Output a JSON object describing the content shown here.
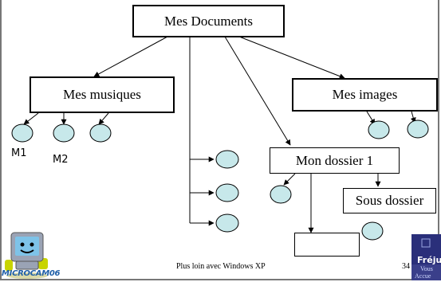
{
  "diagram": {
    "root": "Mes Documents",
    "music": "Mes musiques",
    "images": "Mes images",
    "folder1": "Mon dossier 1",
    "subfolder": "Sous dossier",
    "m1": "M1",
    "m2": "M2"
  },
  "footer": {
    "caption": "Plus loin avec Windows XP",
    "page": "34"
  },
  "logos": {
    "left_text": "MICROCAM06",
    "right_title": "Fréju",
    "right_sub1": "Vous",
    "right_sub2": "Accue"
  },
  "colors": {
    "node_fill": "#c7e8ea",
    "frejus_bg": "#2a2f7a",
    "logo_blue": "#1f5fa8"
  }
}
